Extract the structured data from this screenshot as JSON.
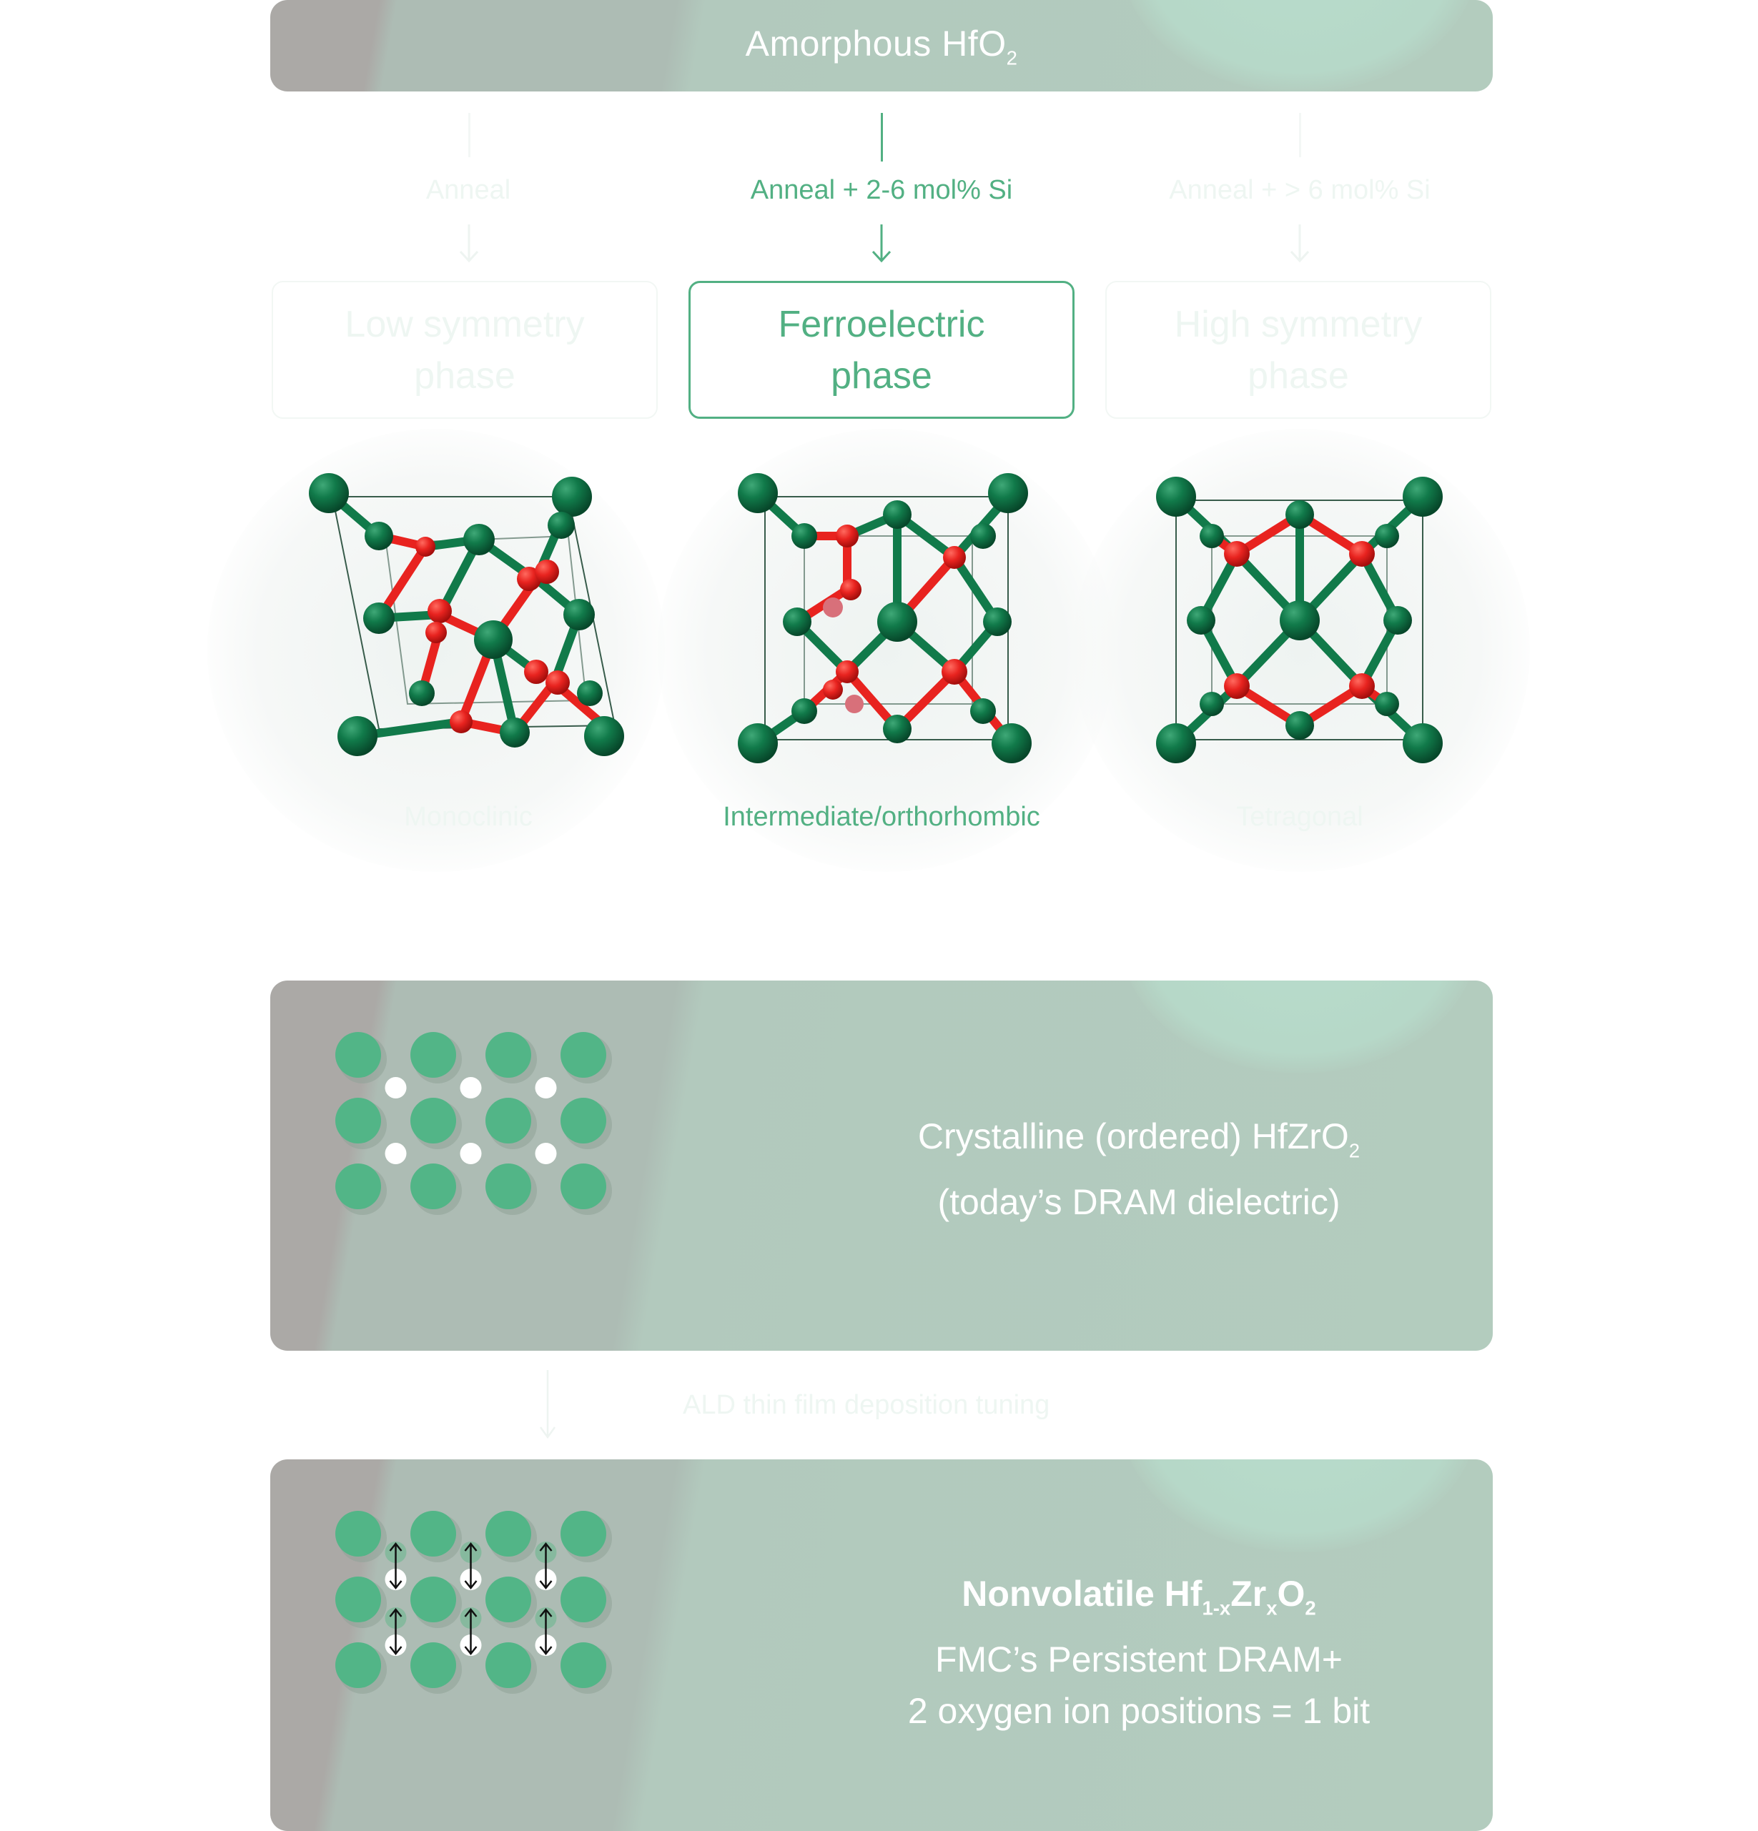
{
  "colors": {
    "accent": "#52b083",
    "atom_green": "#52b587",
    "hf_green": "#117a4a",
    "oxygen_red": "#e8231f",
    "panel_gray": "#aba9a6",
    "panel_sage": "#b3ccbe",
    "faded": "#eef6f2"
  },
  "banner": {
    "title": "Amorphous HfO",
    "subscript": "2"
  },
  "branches": [
    {
      "condition": "Anneal",
      "phase_line1": "Low symmetry",
      "phase_line2": "phase",
      "crystal_label": "Monoclinic",
      "highlighted": false
    },
    {
      "condition": "Anneal + 2-6 mol% Si",
      "phase_line1": "Ferroelectric",
      "phase_line2": "phase",
      "crystal_label": "Intermediate/orthorhombic",
      "highlighted": true
    },
    {
      "condition": "Anneal + > 6 mol% Si",
      "phase_line1": "High symmetry",
      "phase_line2": "phase",
      "crystal_label": "Tetragonal",
      "highlighted": false
    }
  ],
  "crystalline_panel": {
    "line1": "Crystalline (ordered) HfZrO",
    "line1_sub": "2",
    "line2": "(today’s DRAM dielectric)"
  },
  "transition": {
    "label": "ALD thin film deposition tuning"
  },
  "nonvolatile_panel": {
    "title_pre": "Nonvolatile Hf",
    "title_sub1": "1-x",
    "title_mid": "Zr",
    "title_sub2": "x",
    "title_o": "O",
    "title_sub3": "2",
    "line2": "FMC’s Persistent DRAM+",
    "line3": "2 oxygen ion positions = 1 bit"
  },
  "icons": {
    "flow_arrow": "arrow-down-icon",
    "ion_switch": "double-arrow-vertical-icon"
  }
}
